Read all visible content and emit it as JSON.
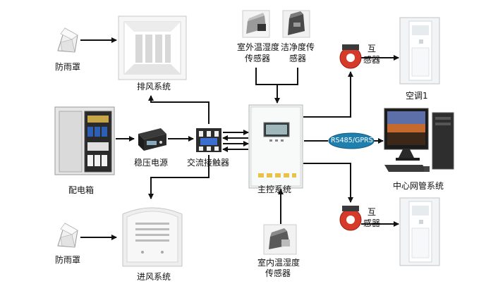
{
  "labels": {
    "rain_cover_top": "防雨罩",
    "exhaust_system": "排风系统",
    "distribution_box": "配电箱",
    "voltage_regulator": "稳压电源",
    "ac_contactor": "交流接触器",
    "rain_cover_bottom": "防雨罩",
    "intake_system": "进风系统",
    "outdoor_sensor_1": "室外温湿度",
    "outdoor_sensor_2": "传感器",
    "clean_sensor_1": "洁净度传",
    "clean_sensor_2": "感器",
    "main_control": "主控系统",
    "indoor_sensor_1": "室内温湿度",
    "indoor_sensor_2": "传感器",
    "ct_top_1": "互",
    "ct_top_2": "感器",
    "ac1": "空调1",
    "rs485": "RS485/GPRS",
    "central_mgmt": "中心网管系统",
    "ct_bottom_1": "互",
    "ct_bottom_2": "感器"
  },
  "colors": {
    "arrow": "#111111",
    "badge_fill": "#1f7fae",
    "badge_text": "#ffffff",
    "ct_red": "#d63a2a"
  }
}
